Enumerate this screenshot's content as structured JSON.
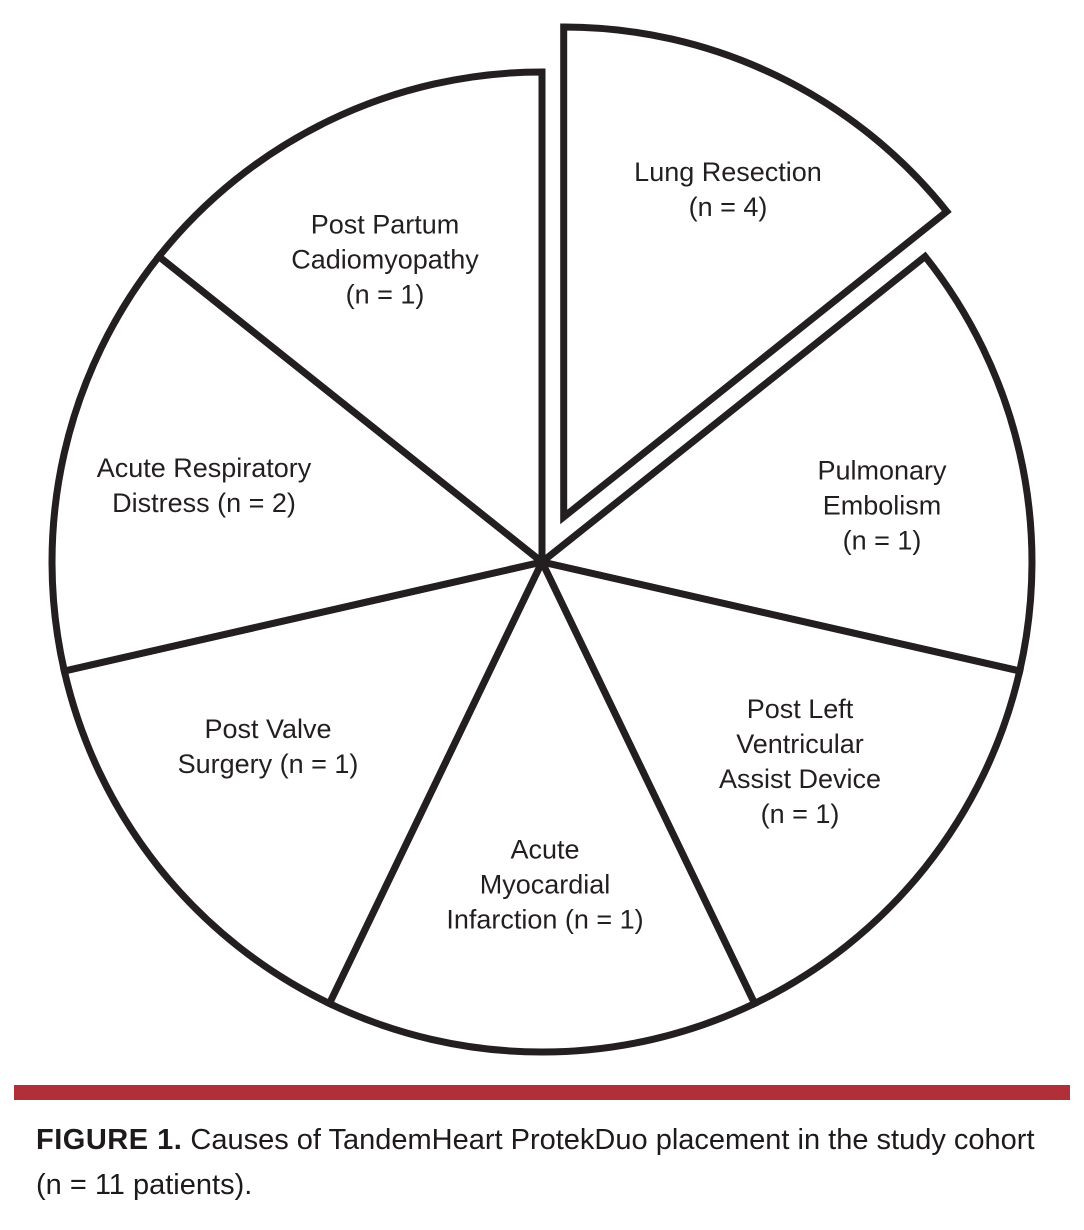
{
  "figure": {
    "caption_label": "FIGURE 1.",
    "caption_text": "Causes of TandemHeart ProtekDuo placement in the study cohort (n = 11 patients).",
    "rule_color": "#b02f38"
  },
  "chart_data": {
    "type": "pie",
    "title": "Causes of TandemHeart ProtekDuo placement in the study cohort (n = 11 patients)",
    "total": 11,
    "total_label": "n = 11 patients",
    "direction": "clockwise",
    "start_angle_deg": 0,
    "equal_visual_slices": true,
    "legend_position": "none",
    "stroke_color": "#231f20",
    "fill_color": "#ffffff",
    "slices": [
      {
        "label": "Lung Resection",
        "n": 4,
        "exploded": true,
        "lines": [
          "Lung Resection",
          "(n = 4)"
        ]
      },
      {
        "label": "Pulmonary Embolism",
        "n": 1,
        "exploded": false,
        "lines": [
          "Pulmonary",
          "Embolism",
          "(n = 1)"
        ]
      },
      {
        "label": "Post Left Ventricular Assist Device",
        "n": 1,
        "exploded": false,
        "lines": [
          "Post Left",
          "Ventricular",
          "Assist Device",
          "(n = 1)"
        ]
      },
      {
        "label": "Acute Myocardial Infarction",
        "n": 1,
        "exploded": false,
        "lines": [
          "Acute",
          "Myocardial",
          "Infarction (n = 1)"
        ]
      },
      {
        "label": "Post Valve Surgery",
        "n": 1,
        "exploded": false,
        "lines": [
          "Post Valve",
          "Surgery (n = 1)"
        ]
      },
      {
        "label": "Acute Respiratory Distress",
        "n": 2,
        "exploded": false,
        "lines": [
          "Acute Respiratory",
          "Distress (n = 2)"
        ]
      },
      {
        "label": "Post Partum Cadiomyopathy",
        "n": 1,
        "exploded": false,
        "lines": [
          "Post Partum",
          "Cadiomyopathy",
          "(n = 1)"
        ]
      }
    ]
  }
}
